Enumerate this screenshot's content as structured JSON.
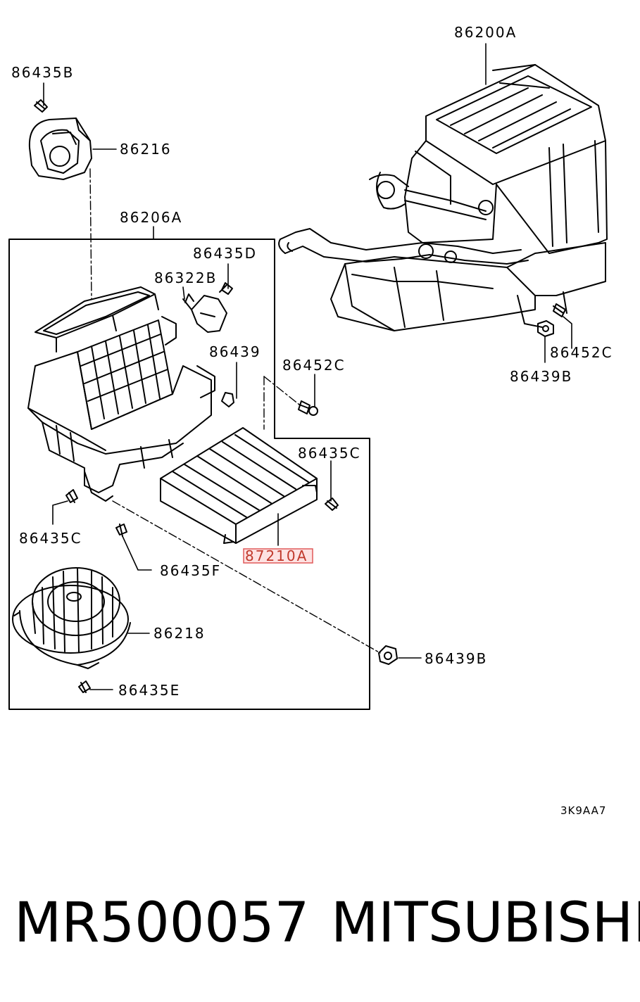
{
  "callouts": {
    "c86200A": "86200A",
    "c86435B": "86435B",
    "c86216": "86216",
    "c86206A": "86206A",
    "c86435D": "86435D",
    "c86322B": "86322B",
    "c86439": "86439",
    "c86452C_a": "86452C",
    "c86452C_b": "86452C",
    "c86439B_a": "86439B",
    "c86435C_a": "86435C",
    "c87210A": "87210A",
    "c86435C_b": "86435C",
    "c86435F": "86435F",
    "c86218": "86218",
    "c86439B_b": "86439B",
    "c86435E": "86435E"
  },
  "diagram_code": "3K9AA7",
  "footer": {
    "part_number": "MR500057",
    "brand": "MITSUBISHI"
  },
  "colors": {
    "line": "#000000",
    "highlight_border": "#e05a5a",
    "highlight_fill": "#fde2e2"
  }
}
